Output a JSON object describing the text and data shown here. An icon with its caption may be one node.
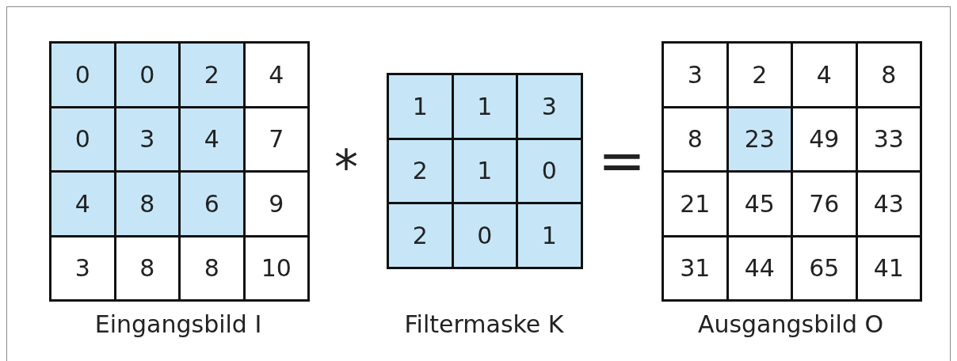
{
  "diagram": {
    "labels": [
      "0",
      "0",
      "2",
      "4",
      "0",
      "3",
      "4",
      "7",
      "4",
      "8",
      "6",
      "9",
      "3",
      "8",
      "8",
      "10",
      "Eingangsbild I",
      "*",
      "1",
      "1",
      "3",
      "2",
      "1",
      "0",
      "2",
      "0",
      "1",
      "Filtermaske K",
      "=",
      "3",
      "2",
      "4",
      "8",
      "8",
      "23",
      "49",
      "33",
      "21",
      "45",
      "76",
      "43",
      "31",
      "44",
      "65",
      "41",
      "Ausgangsbild O"
    ]
  }
}
